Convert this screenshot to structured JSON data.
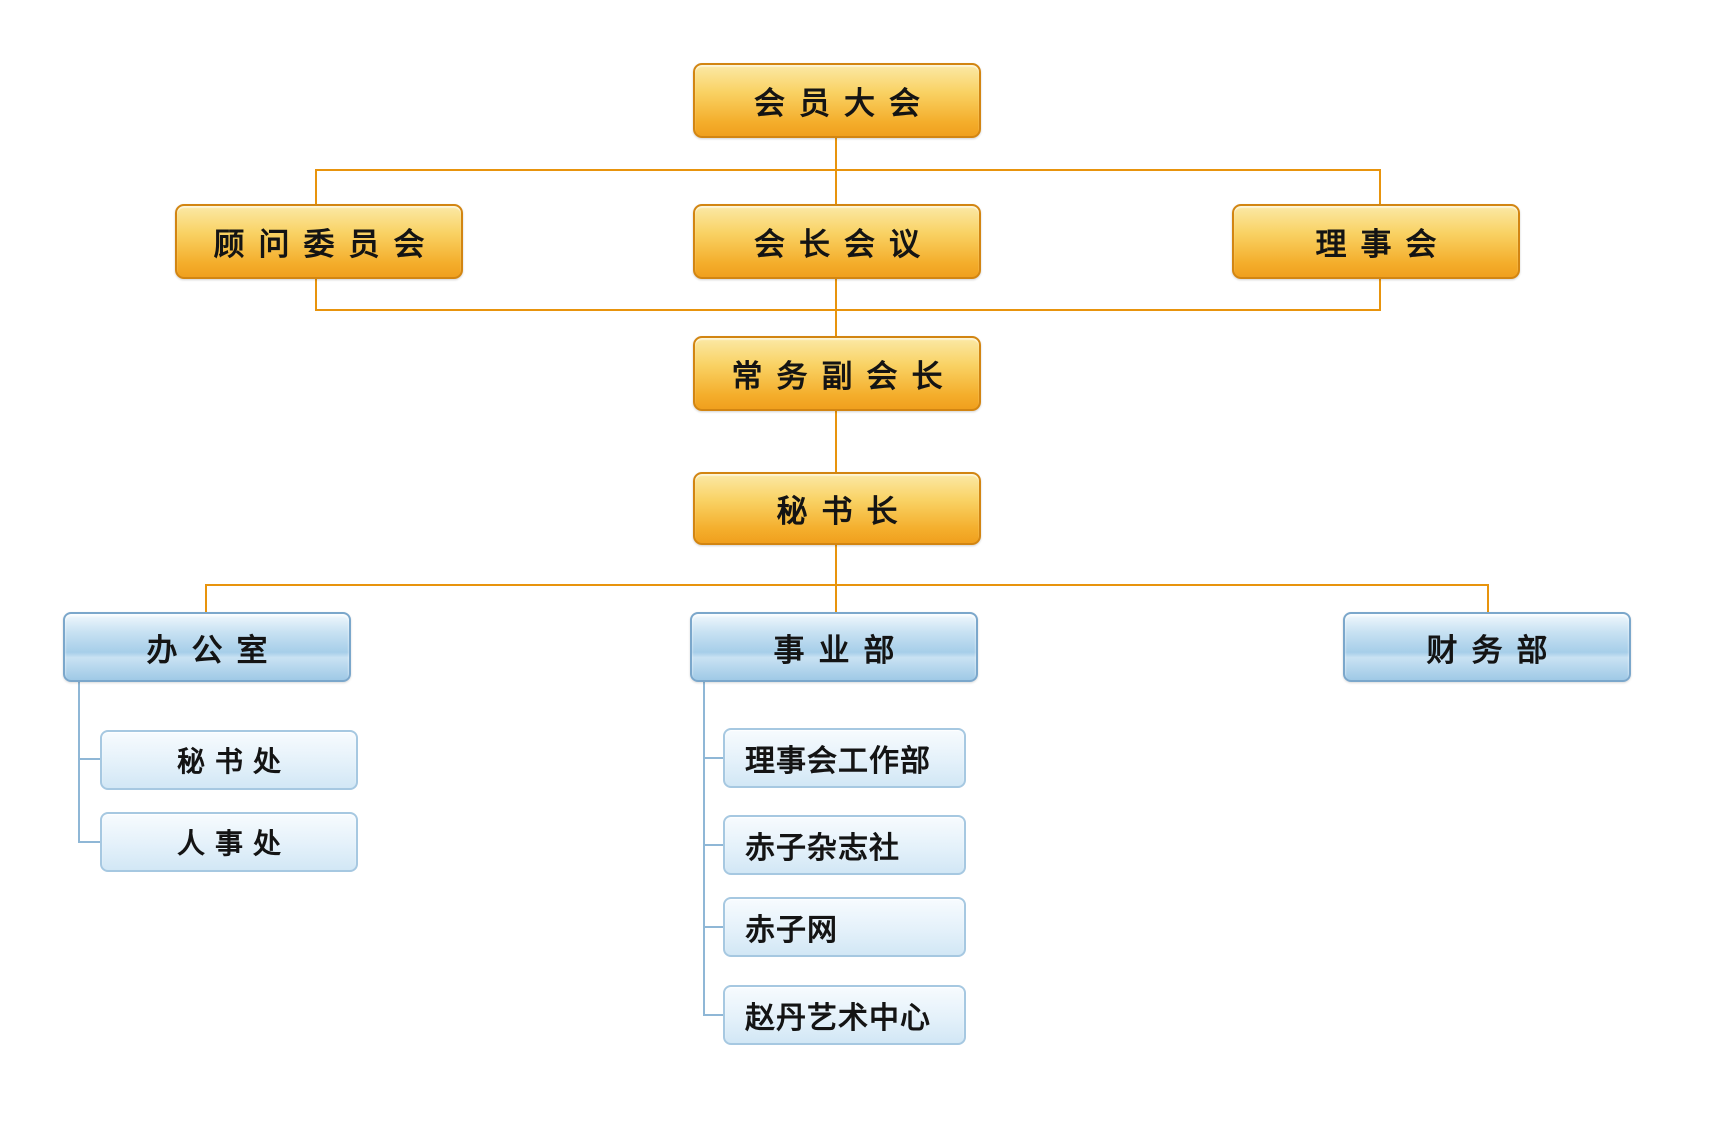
{
  "palette": {
    "gold_fill_top": "#FBE9A6",
    "gold_fill_bottom": "#F0A01E",
    "gold_border": "#D28512",
    "gold_connector": "#E8940D",
    "blue_fill_top": "#F0F8FD",
    "blue_fill_bottom": "#9FC9E6",
    "blue_border": "#7BA7CB",
    "sub_fill_top": "#F7FBFE",
    "sub_fill_bottom": "#D2E7F5",
    "sub_border": "#A6C8E1",
    "blue_connector": "#8FB7D6",
    "text": "#141414",
    "background": "#FFFFFF"
  },
  "org_chart": {
    "root": {
      "label": "会员大会"
    },
    "level2": [
      {
        "label": "顾问委员会"
      },
      {
        "label": "会长会议"
      },
      {
        "label": "理事会"
      }
    ],
    "level3": {
      "label": "常务副会长"
    },
    "level4": {
      "label": "秘书长"
    },
    "departments": [
      {
        "label": "办公室",
        "children": [
          {
            "label": "秘书处"
          },
          {
            "label": "人事处"
          }
        ]
      },
      {
        "label": "事业部",
        "children": [
          {
            "label": "理事会工作部"
          },
          {
            "label": "赤子杂志社"
          },
          {
            "label": "赤子网"
          },
          {
            "label": "赵丹艺术中心"
          }
        ]
      },
      {
        "label": "财务部",
        "children": []
      }
    ]
  }
}
